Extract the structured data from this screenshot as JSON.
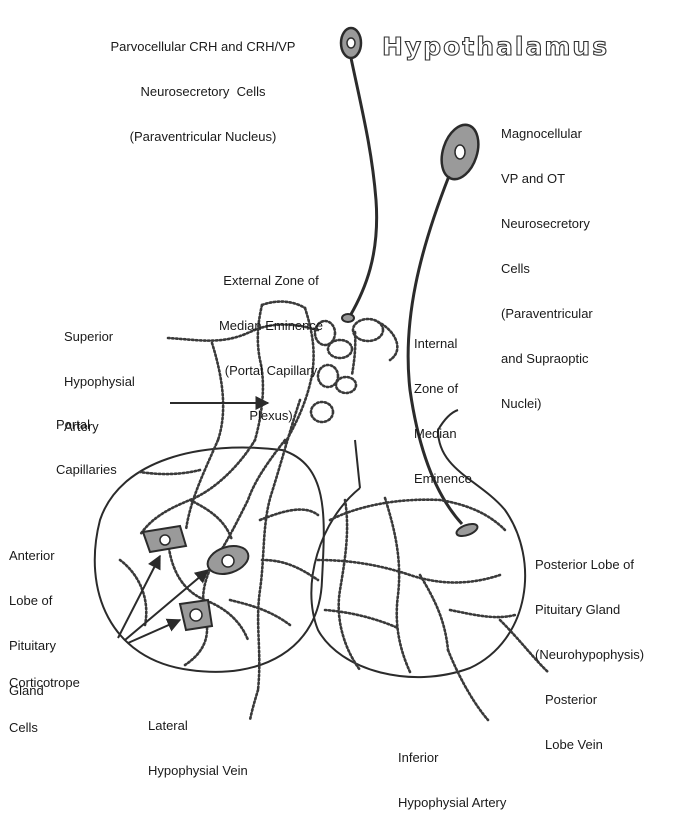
{
  "title": "Hypothalamus",
  "labels": {
    "parvocellular": [
      "Parvocellular CRH and CRH/VP",
      "Neurosecretory  Cells",
      "(Paraventricular Nucleus)"
    ],
    "magnocellular": [
      "Magnocellular",
      "VP and OT",
      "Neurosecretory",
      "Cells",
      "(Paraventricular",
      "and Supraoptic",
      "Nuclei)"
    ],
    "external_zone": [
      "External Zone of",
      "Median Eminence",
      "(Portal Capillary",
      "Plexus)"
    ],
    "superior_artery": [
      "Superior",
      "Hypophysial",
      "Artery"
    ],
    "internal_zone": [
      "Internal",
      "Zone of",
      "Median",
      "Eminence"
    ],
    "portal_capillaries": [
      "Portal",
      "Capillaries"
    ],
    "anterior_lobe": [
      "Anterior",
      "Lobe of",
      "Pituitary",
      "Gland"
    ],
    "posterior_lobe": [
      "Posterior Lobe of",
      "Pituitary Gland",
      "(Neurohypophysis)"
    ],
    "corticotrope": [
      "Corticotrope",
      "Cells"
    ],
    "posterior_vein": [
      "Posterior",
      "Lobe Vein"
    ],
    "lateral_vein": [
      "Lateral",
      "Hypophysial Vein"
    ],
    "inferior_artery": [
      "Inferior",
      "Hypophysial Artery"
    ]
  },
  "colors": {
    "line": "#2b2b2b",
    "cell_fill": "#9a9a9a",
    "nucleus_fill": "#ffffff"
  }
}
